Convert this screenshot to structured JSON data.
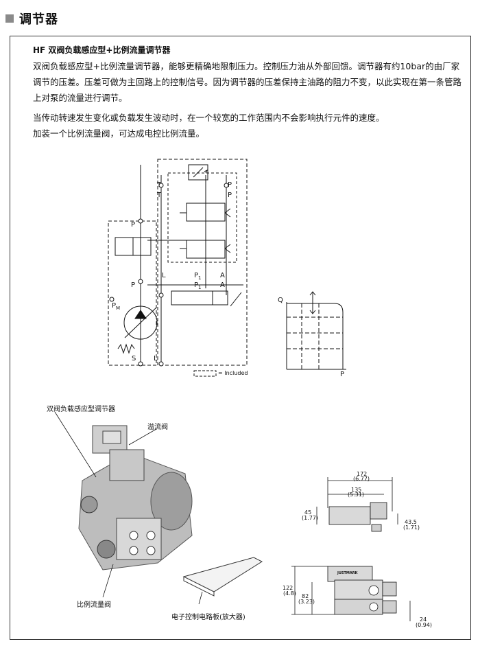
{
  "page": {
    "title": "调节器",
    "subtitle": "HF 双阀负载感应型+比例流量调节器",
    "para1": "双阀负载感应型+比例流量调节器，能够更精确地限制压力。控制压力油从外部回馈。调节器有约10bar的由厂家调节的压差。压差可做为主回路上的控制信号。因为调节器的压差保持主油路的阻力不变，以此实现在第一条管路上对泵的流量进行调节。",
    "para2": "当传动转速发生变化或负载发生波动时，在一个较宽的工作范围内不会影响执行元件的速度。",
    "para3": "加装一个比例流量阀，可达成电控比例流量。"
  },
  "schematic": {
    "ports": {
      "T1": "T",
      "T2": "T",
      "P_top1": "P",
      "P_top2": "P",
      "P_left1": "P",
      "P_left2": "P",
      "L1": "L",
      "P1a": "P",
      "P1a_sub": "1",
      "P1b": "P",
      "P1b_sub": "1",
      "A1": "A",
      "A2": "A",
      "PM": "P",
      "PM_sub": "M",
      "S": "S",
      "L2": "L"
    },
    "legend": "= Included"
  },
  "graph": {
    "y_label": "Q",
    "x_label": "P"
  },
  "photo_labels": {
    "dual_valve": "双阀负载感应型调节器",
    "relief": "溢流阀",
    "prop_flow": "比例流量阀",
    "amplifier": "电子控制电路板(放大器)"
  },
  "dims_top": {
    "d172": "172",
    "d172in": "(6.77)",
    "d135": "135",
    "d135in": "(5.31)",
    "d45": "45",
    "d45in": "(1.77)",
    "d435": "43.5",
    "d435in": "(1.71)"
  },
  "dims_bottom": {
    "d122": "122",
    "d122in": "(4.8)",
    "d82": "82",
    "d82in": "(3.23)",
    "d24": "24",
    "d24in": "(0.94)",
    "brand": "JUSTMARK"
  }
}
